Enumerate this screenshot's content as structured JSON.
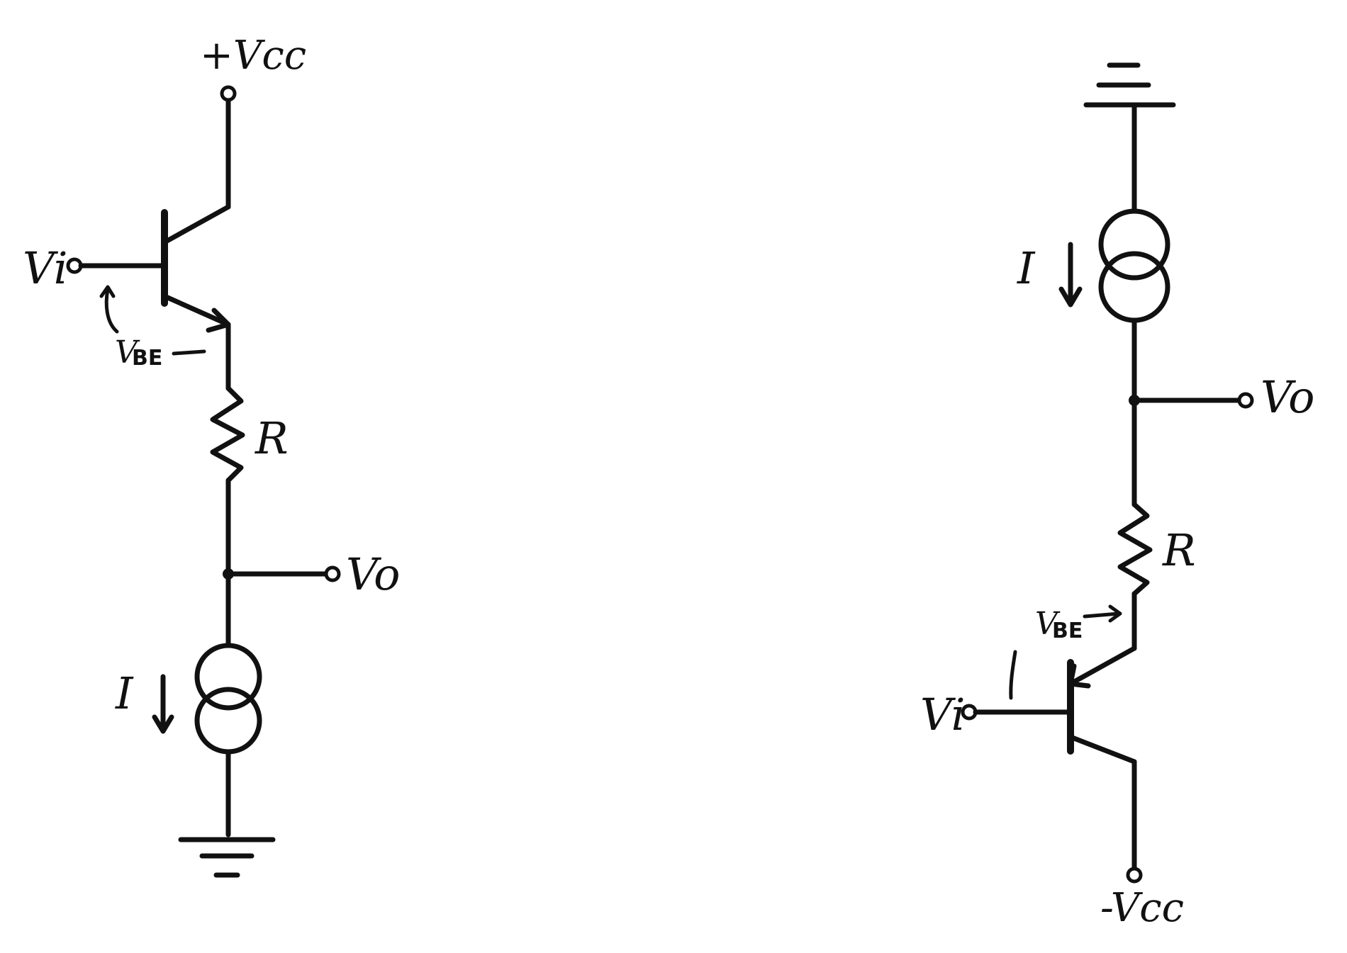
{
  "left_circuit": {
    "supply_label": "+Vcc",
    "input_label": "Vi",
    "vbe_main": "V",
    "vbe_sub": "BE",
    "resistor_label": "R",
    "output_label": "Vo",
    "current_label": "I"
  },
  "right_circuit": {
    "supply_label": "-Vcc",
    "input_label": "Vi",
    "vbe_main": "V",
    "vbe_sub": "BE",
    "resistor_label": "R",
    "output_label": "Vo",
    "current_label": "I"
  }
}
